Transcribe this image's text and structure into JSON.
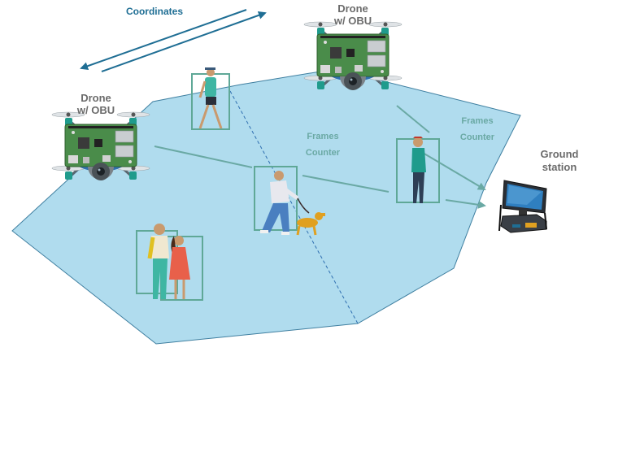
{
  "drone_left": {
    "line1": "Drone",
    "line2": "w/ OBU"
  },
  "drone_right": {
    "line1": "Drone",
    "line2": "w/ OBU"
  },
  "coordinates_label": "Coordinates",
  "frames_counter_left": {
    "line1": "Frames",
    "line2": "Counter"
  },
  "frames_counter_right": {
    "line1": "Frames",
    "line2": "Counter"
  },
  "ground_station": {
    "line1": "Ground",
    "line2": "station"
  },
  "colors": {
    "coverage_fill": "#b0dcee",
    "coverage_stroke": "#3f7fa0",
    "arrow_teal": "#6aa9a4",
    "coordinates_arrow": "#1f6e94",
    "bbox": "#5fa897",
    "board_green": "#4a8c4a"
  }
}
